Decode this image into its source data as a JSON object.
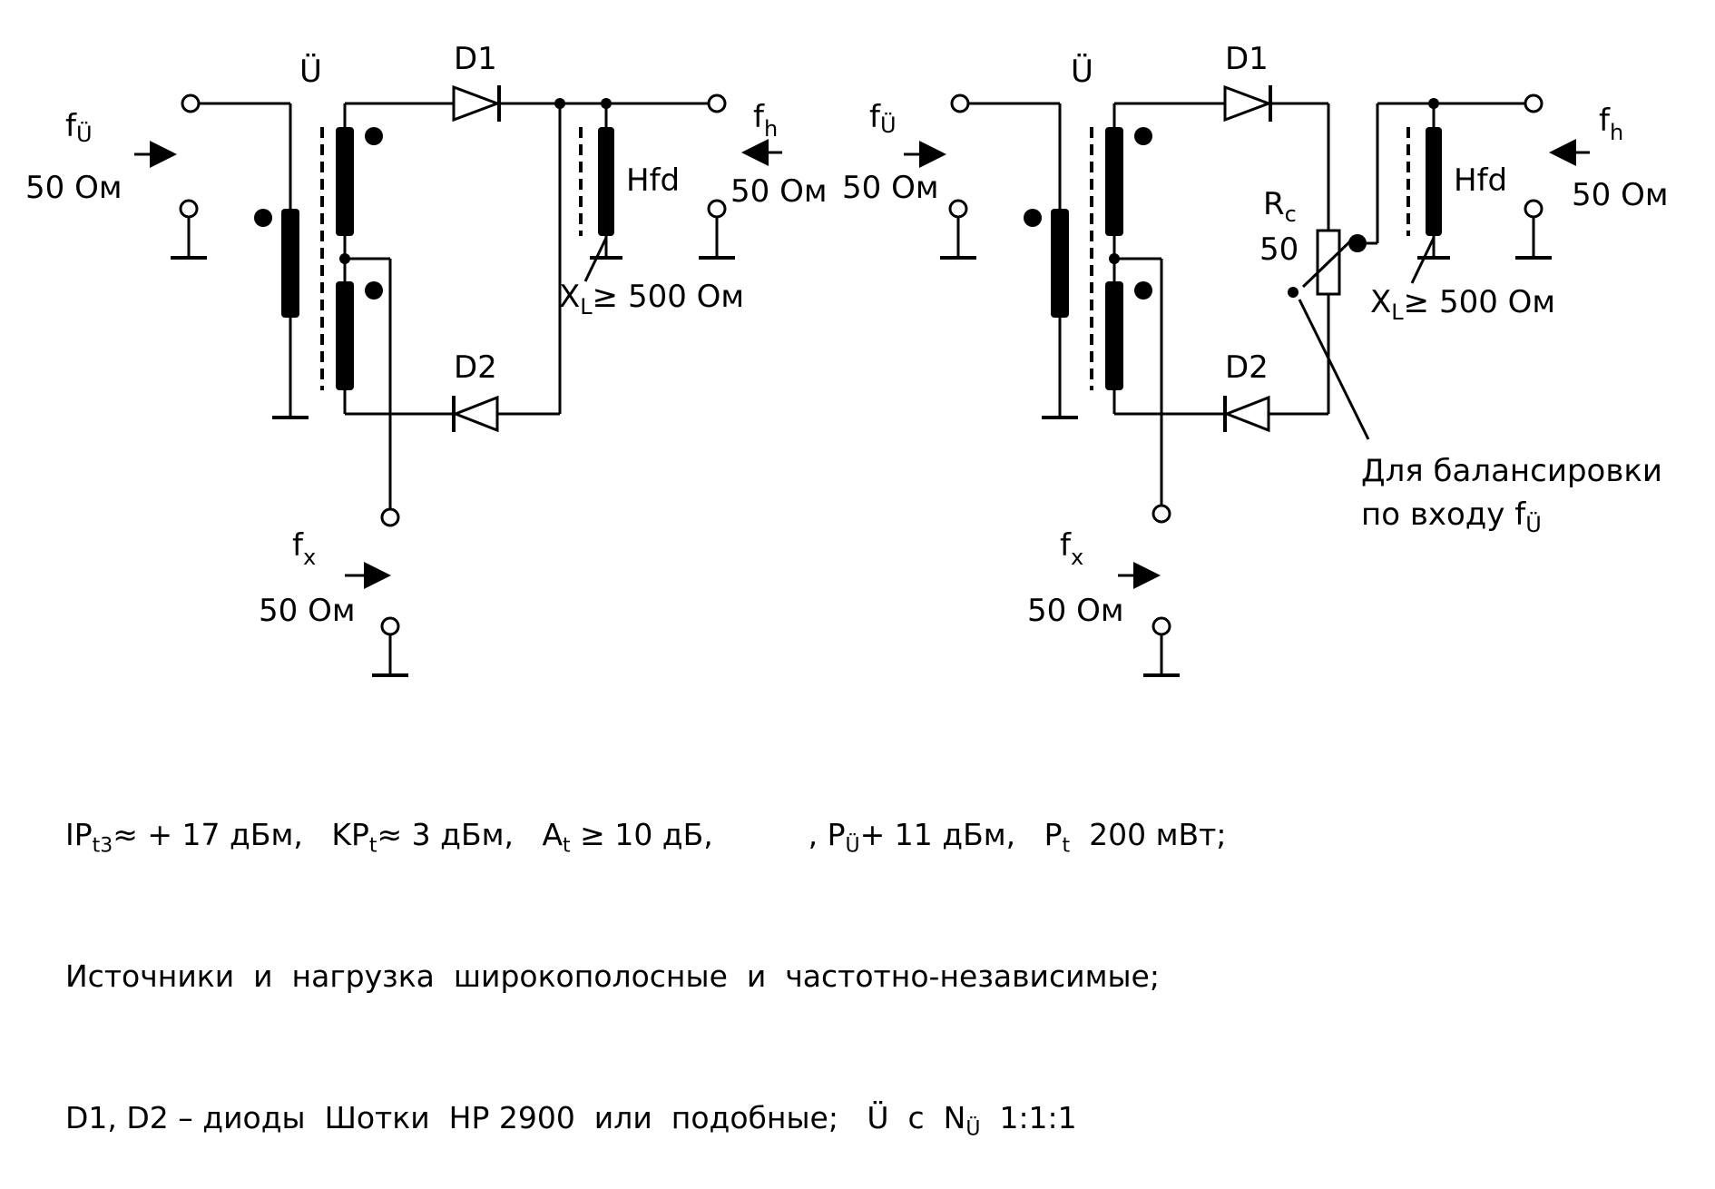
{
  "left_circuit": {
    "transformer": "Ü",
    "diode1": "D1",
    "diode2": "D2",
    "choke": "Hfd",
    "xl_main": "X",
    "xl_sub": "L",
    "xl_value": "≥ 500 Ом",
    "fu_main": "f",
    "fu_sub": "Ü",
    "fu_imp": "50 Ом",
    "fh_main": "f",
    "fh_sub": "h",
    "fh_imp": "50 Ом",
    "fx_main": "f",
    "fx_sub": "x",
    "fx_imp": "50 Ом"
  },
  "right_circuit": {
    "transformer": "Ü",
    "diode1": "D1",
    "diode2": "D2",
    "choke": "Hfd",
    "rc_main": "R",
    "rc_sub": "c",
    "rc_value": "50",
    "xl_main": "X",
    "xl_sub": "L",
    "xl_value": "≥ 500 Ом",
    "fu_main": "f",
    "fu_sub": "Ü",
    "fu_imp": "50 Ом",
    "fh_main": "f",
    "fh_sub": "h",
    "fh_imp": "50 Ом",
    "fx_main": "f",
    "fx_sub": "x",
    "fx_imp": "50 Ом",
    "balance_line1": "Для балансировки",
    "balance_line2_a": "по  входу  f",
    "balance_line2_sub": "Ü"
  },
  "notes": {
    "l1_a": "IP",
    "l1_a_sub": "t3",
    "l1_b": "≈ + 17 дБм,   KP",
    "l1_b_sub": "t",
    "l1_c": "≈ 3 дБм,   A",
    "l1_c_sub": "t",
    "l1_d": " ≥ 10 дБ,          , P",
    "l1_d_sub": "Ü",
    "l1_e": "+ 11 дБм,   P",
    "l1_e_sub": "t",
    "l1_f": "  200 мВт;",
    "line2": "Источники  и  нагрузка  широкополосные  и  частотно-независимые;",
    "l3_a": "D1, D2 – диоды  Шотки  HP 2900  или  подобные;   Ü  с  N",
    "l3_sub": "Ü",
    "l3_b": "  1:1:1"
  }
}
